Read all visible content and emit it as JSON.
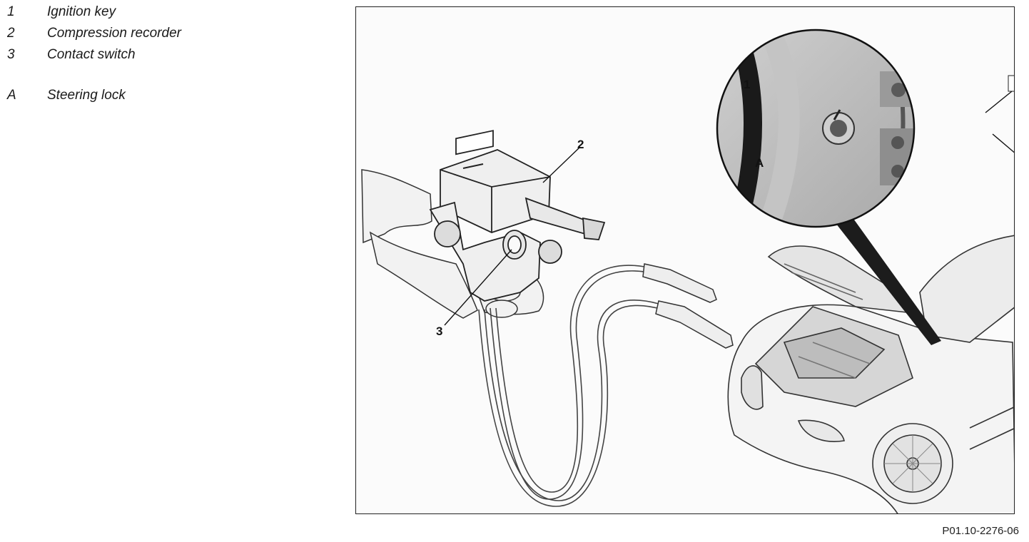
{
  "legend": [
    {
      "key": "1",
      "text": "Ignition key"
    },
    {
      "key": "2",
      "text": "Compression recorder"
    },
    {
      "key": "3",
      "text": "Contact switch"
    },
    {
      "key": "A",
      "text": "Steering lock"
    }
  ],
  "figure": {
    "callouts": {
      "one": "1",
      "two": "2",
      "three": "3",
      "a": "A"
    },
    "figure_id": "P01.10-2276-06"
  }
}
